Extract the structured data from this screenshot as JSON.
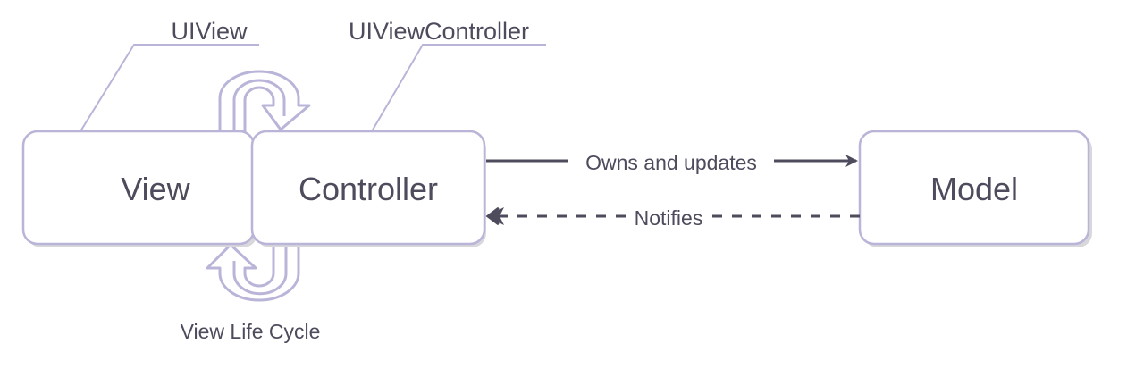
{
  "diagram": {
    "nodes": {
      "view": "View",
      "controller": "Controller",
      "model": "Model"
    },
    "callouts": {
      "view_class": "UIView",
      "controller_class": "UIViewController"
    },
    "edges": {
      "owns": "Owns and updates",
      "notifies": "Notifies"
    },
    "cycle_label": "View Life Cycle"
  },
  "colors": {
    "stroke": "#4d4b5c",
    "box_border": "#b8b5d8",
    "fill": "#ffffff",
    "shadow": "#d8d8dc"
  }
}
